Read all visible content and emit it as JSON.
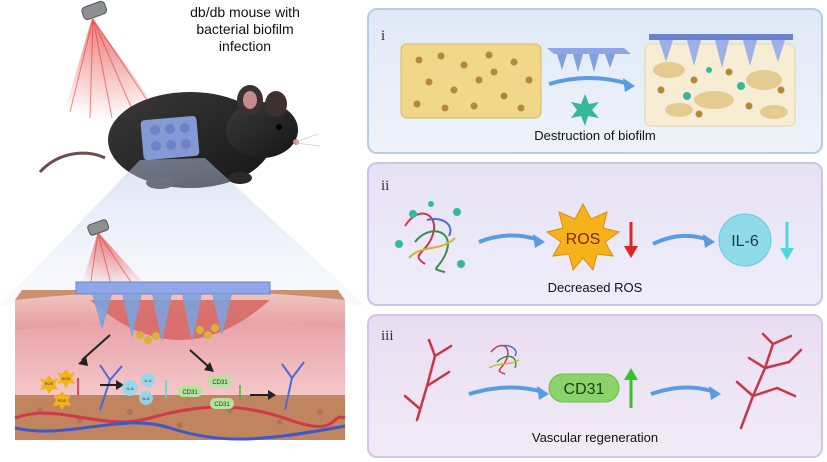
{
  "title_lines": [
    "db/db mouse with",
    "bacterial biofilm",
    "infection"
  ],
  "panels": [
    {
      "roman": "i",
      "caption": "Destruction of biofilm"
    },
    {
      "roman": "ii",
      "caption": "Decreased ROS",
      "ros_label": "ROS",
      "il6_label": "IL-6"
    },
    {
      "roman": "iii",
      "caption": "Vascular regeneration",
      "cd31_label": "CD31"
    }
  ],
  "skin_labels": {
    "ros": "ROS",
    "il6": "IL-6",
    "cd31": "CD31"
  },
  "colors": {
    "laser": "#e0302a",
    "arrow_blue": "#5b9be0",
    "ros_star": "#f6b21b",
    "down_red": "#e02424",
    "down_cyan": "#4fd6e0",
    "up_green": "#35c22a",
    "cd31_green": "#8ad36a",
    "vessel_red": "#c8374a"
  }
}
